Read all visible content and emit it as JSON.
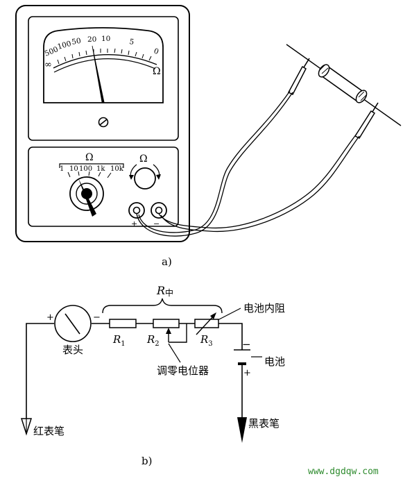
{
  "meter": {
    "ohm_scale_ticks": [
      "500",
      "100",
      "50",
      "20",
      "10",
      "5",
      "0"
    ],
    "infinity_mark": "∞",
    "scale_unit": "Ω",
    "range_unit": "Ω",
    "range_options": [
      "1",
      "10",
      "100",
      "1k",
      "10k"
    ],
    "zero_adjust_label": "Ω",
    "terminal_positive": "+",
    "terminal_negative": "−"
  },
  "captions": {
    "part_a": "a)",
    "part_b": "b)"
  },
  "circuit": {
    "r_mid_label": "R",
    "r_mid_sub": "中",
    "r1": "R",
    "r1_sub": "1",
    "r2": "R",
    "r2_sub": "2",
    "r3": "R",
    "r3_sub": "3",
    "meter_head": "表头",
    "meter_plus": "+",
    "meter_minus": "−",
    "battery_internal": "电池内阻",
    "potentiometer": "调零电位器",
    "battery": "电池",
    "battery_minus": "−",
    "battery_plus": "+",
    "red_probe": "红表笔",
    "black_probe": "黑表笔"
  },
  "watermark": "www.dgdqw.com",
  "colors": {
    "ink": "#000000",
    "watermark": "#2e8b2e",
    "background": "#ffffff"
  }
}
